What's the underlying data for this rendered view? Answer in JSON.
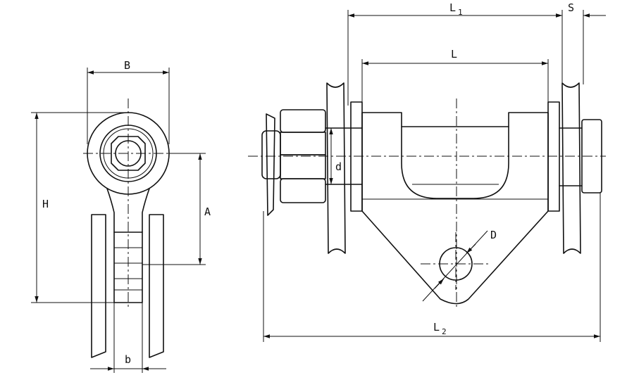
{
  "labels": {
    "B": "B",
    "H": "H",
    "A": "A",
    "b": "b",
    "d": "d",
    "D": "D",
    "L": "L",
    "L1_main": "L",
    "L1_sub": "1",
    "L2_main": "L",
    "L2_sub": "2",
    "S": "S"
  }
}
